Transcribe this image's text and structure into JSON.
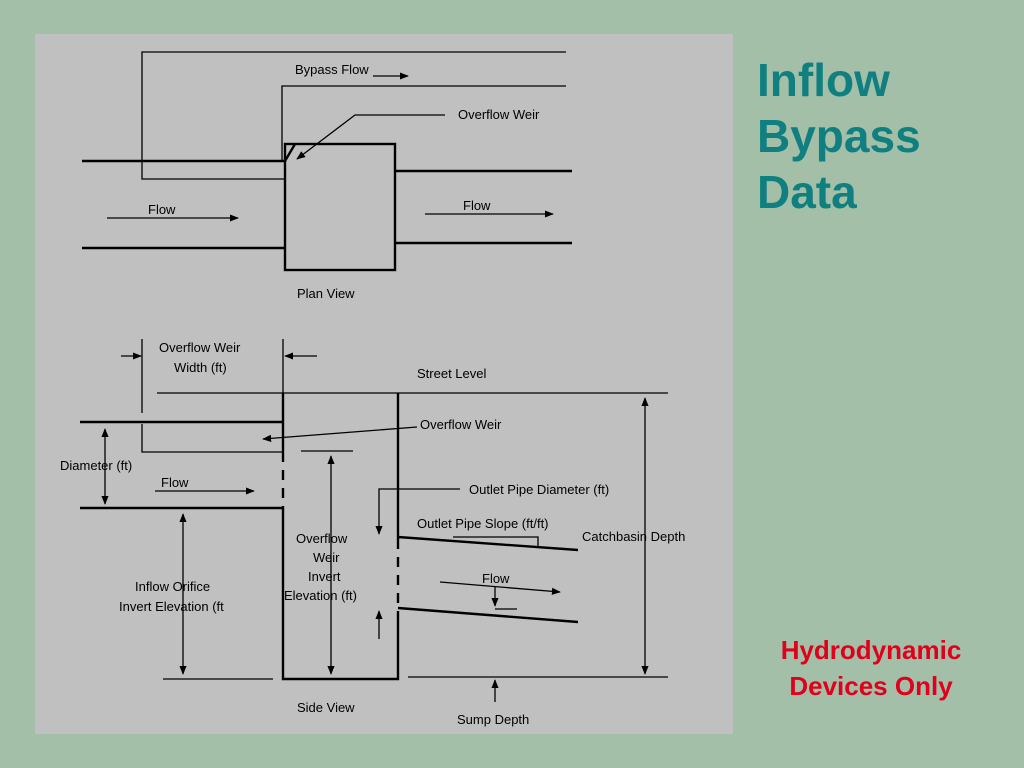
{
  "title": {
    "line1": "Inflow",
    "line2": "Bypass",
    "line3": "Data"
  },
  "note": {
    "line1": "Hydrodynamic",
    "line2": "Devices Only"
  },
  "colors": {
    "background": "#a3bfa8",
    "panel": "#c0c0c0",
    "title": "#0f7f80",
    "note": "#e0001b"
  },
  "plan_view": {
    "bypass_flow": "Bypass Flow",
    "overflow_weir": "Overflow Weir",
    "flow_in": "Flow",
    "flow_out": "Flow",
    "caption": "Plan View"
  },
  "side_view": {
    "weir_width_1": "Overflow Weir",
    "weir_width_2": "Width (ft)",
    "street_level": "Street Level",
    "overflow_weir": "Overflow Weir",
    "diameter": "Diameter (ft)",
    "flow_in": "Flow",
    "outlet_diameter": "Outlet Pipe Diameter (ft)",
    "outlet_slope": "Outlet Pipe Slope (ft/ft)",
    "catchbasin_depth": "Catchbasin Depth",
    "weir_invert_1": "Overflow",
    "weir_invert_2": "Weir",
    "weir_invert_3": "Invert",
    "weir_invert_4": "Elevation (ft)",
    "flow_out": "Flow",
    "inflow_orifice_1": "Inflow Orifice",
    "inflow_orifice_2": "Invert Elevation (ft",
    "caption": "Side View",
    "sump_depth": "Sump Depth"
  }
}
